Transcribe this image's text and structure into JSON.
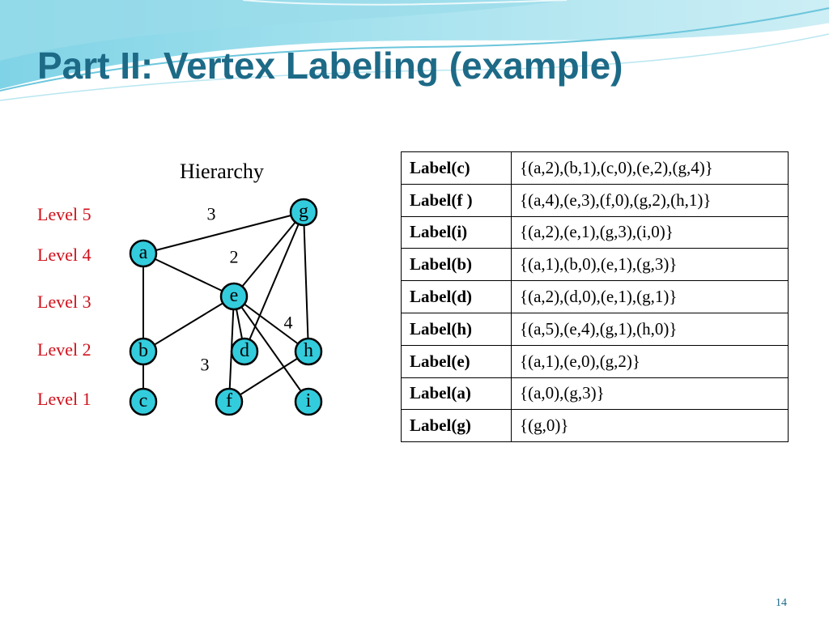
{
  "title": "Part II: Vertex Labeling (example)",
  "graph": {
    "caption": "Hierarchy",
    "levels": [
      "Level 5",
      "Level 4",
      "Level 3",
      "Level 2",
      "Level 1"
    ],
    "nodes": [
      "g",
      "a",
      "e",
      "b",
      "d",
      "h",
      "c",
      "f",
      "i"
    ],
    "edges": [
      {
        "from": "a",
        "to": "g",
        "weight": "3"
      },
      {
        "from": "a",
        "to": "e",
        "weight": "2"
      },
      {
        "from": "a",
        "to": "b",
        "weight": ""
      },
      {
        "from": "g",
        "to": "e",
        "weight": ""
      },
      {
        "from": "g",
        "to": "d",
        "weight": ""
      },
      {
        "from": "g",
        "to": "h",
        "weight": ""
      },
      {
        "from": "e",
        "to": "b",
        "weight": ""
      },
      {
        "from": "e",
        "to": "d",
        "weight": ""
      },
      {
        "from": "e",
        "to": "h",
        "weight": "4"
      },
      {
        "from": "e",
        "to": "i",
        "weight": ""
      },
      {
        "from": "e",
        "to": "f",
        "weight": ""
      },
      {
        "from": "b",
        "to": "c",
        "weight": ""
      },
      {
        "from": "h",
        "to": "f",
        "weight": "3"
      }
    ],
    "node_color": "#33ccdd",
    "level_color": "#d0101a"
  },
  "table": [
    {
      "key": "Label(c)",
      "value": "{(a,2),(b,1),(c,0),(e,2),(g,4)}"
    },
    {
      "key": "Label(f )",
      "value": "{(a,4),(e,3),(f,0),(g,2),(h,1)}"
    },
    {
      "key": "Label(i)",
      "value": "{(a,2),(e,1),(g,3),(i,0)}"
    },
    {
      "key": "Label(b)",
      "value": "{(a,1),(b,0),(e,1),(g,3)}"
    },
    {
      "key": "Label(d)",
      "value": "{(a,2),(d,0),(e,1),(g,1)}"
    },
    {
      "key": "Label(h)",
      "value": "{(a,5),(e,4),(g,1),(h,0)}"
    },
    {
      "key": "Label(e)",
      "value": "{(a,1),(e,0),(g,2)}"
    },
    {
      "key": "Label(a)",
      "value": "{(a,0),(g,3)}"
    },
    {
      "key": "Label(g)",
      "value": "{(g,0)}"
    }
  ],
  "title_color": "#1d6a87",
  "page_number": "14"
}
